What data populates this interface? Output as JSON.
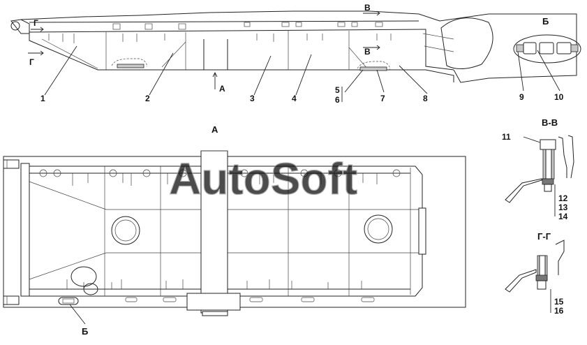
{
  "watermark": "AutoSoft",
  "views": {
    "main_view_title": "А",
    "detail_b_title": "Б",
    "section_vv_title": "В-В",
    "section_gg_title": "Г-Г"
  },
  "section_markers": {
    "g_top": "Г",
    "g_bottom": "Г",
    "v_top": "В",
    "v_bottom": "В",
    "arrow_a": "А",
    "callout_b": "Б"
  },
  "part_numbers": [
    "1",
    "2",
    "3",
    "4",
    "5",
    "6",
    "7",
    "8",
    "9",
    "10",
    "11",
    "12",
    "13",
    "14",
    "15",
    "16"
  ]
}
